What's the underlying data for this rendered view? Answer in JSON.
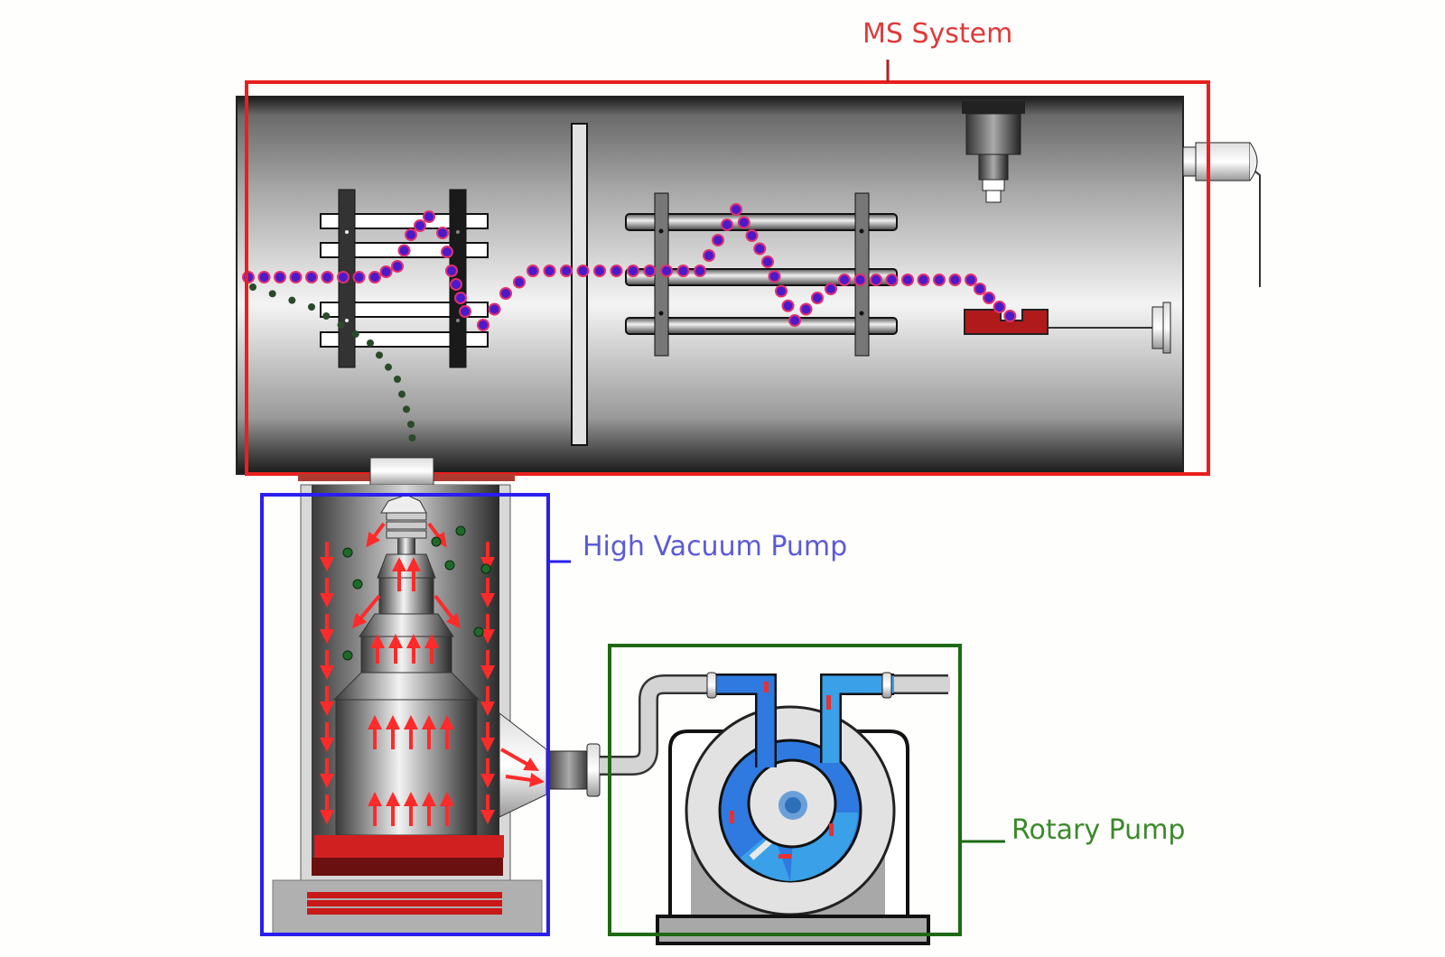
{
  "labels": {
    "ms_system": "MS System",
    "high_vacuum_pump": "High Vacuum Pump",
    "rotary_pump": "Rotary Pump"
  },
  "colors": {
    "ms_system_frame": "#e8201e",
    "high_vacuum_frame": "#2a1ef0",
    "rotary_frame": "#1e6a14",
    "ion_outer": "#e0307a",
    "ion_inner": "#3020d8",
    "neutral_particle": "#2a4a2a",
    "oil_blue": "#3a8ad8",
    "heater_red": "#c02020"
  },
  "components": [
    "ion-source-lenses",
    "separator-plate",
    "quadrupole-mass-filter",
    "detector-dynode",
    "electron-multiplier",
    "feedthrough-connector",
    "diffusion-pump",
    "rotary-vane-pump"
  ]
}
